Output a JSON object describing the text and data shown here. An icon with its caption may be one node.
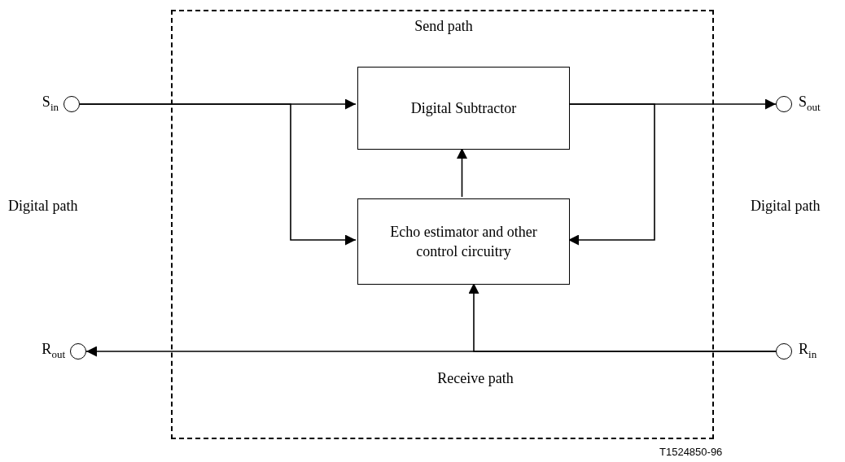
{
  "diagram": {
    "nodes": [
      {
        "text": [
          "Send path",
          "Receive path"
        ]
      },
      {
        "text": [
          "Digital Subtractor"
        ],
        "in": 0
      },
      {
        "text": [
          "Echo estimator and other control circuitry"
        ],
        "in": 0
      },
      {
        "text": [],
        "shape": "circle",
        "beside": [
          "S$_{in}$"
        ]
      },
      {
        "text": [],
        "shape": "circle",
        "beside": [
          "S$_{out}$"
        ]
      },
      {
        "text": [],
        "shape": "circle",
        "beside": [
          "R$_{in}$"
        ]
      },
      {
        "text": [],
        "shape": "circle",
        "beside": [
          "R$_{out}$"
        ]
      }
    ],
    "edges": [
      {
        "from": 3,
        "to": 1,
        "arrow": "to"
      },
      {
        "from": 3,
        "to": 2,
        "arrow": "to"
      },
      {
        "from": 1,
        "to": 4,
        "arrow": "to"
      },
      {
        "from": 1,
        "to": 2,
        "arrow": "to"
      },
      {
        "from": 2,
        "to": 1,
        "arrow": "to"
      },
      {
        "from": 5,
        "to": 6,
        "arrow": "to"
      },
      {
        "from": 5,
        "to": 2,
        "arrow": "to"
      }
    ],
    "labels": [
      "Digital path",
      "Digital path",
      "T1524850-96"
    ]
  }
}
